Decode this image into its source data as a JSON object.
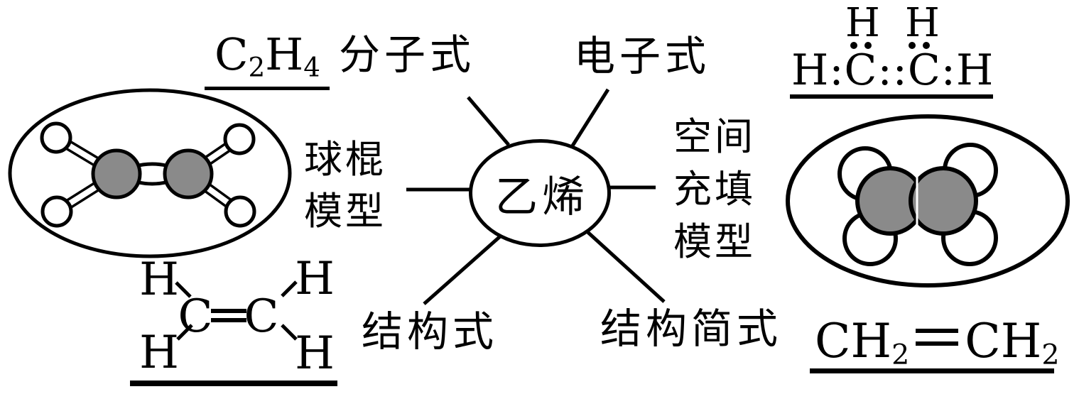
{
  "colors": {
    "ink": "#000000",
    "carbon_fill": "#8a8a8a",
    "background": "#ffffff"
  },
  "center_node": {
    "label": "乙烯"
  },
  "molecular_formula": {
    "label": "分子式",
    "c": "C",
    "c_sub": "2",
    "h": "H",
    "h_sub": "4"
  },
  "electronic_formula": {
    "label": "电子式",
    "h_top_left": "H",
    "h_top_right": "H",
    "bond_row": "H:C::C:H"
  },
  "ball_stick_model": {
    "label_line1": "球棍",
    "label_line2": "模型"
  },
  "space_filling_model": {
    "label_line1": "空间",
    "label_line2": "充填",
    "label_line3": "模型"
  },
  "structural_formula": {
    "label": "结构式",
    "h": "H",
    "c": "C"
  },
  "condensed_formula": {
    "label": "结构简式",
    "group": "CH",
    "sub": "2"
  }
}
